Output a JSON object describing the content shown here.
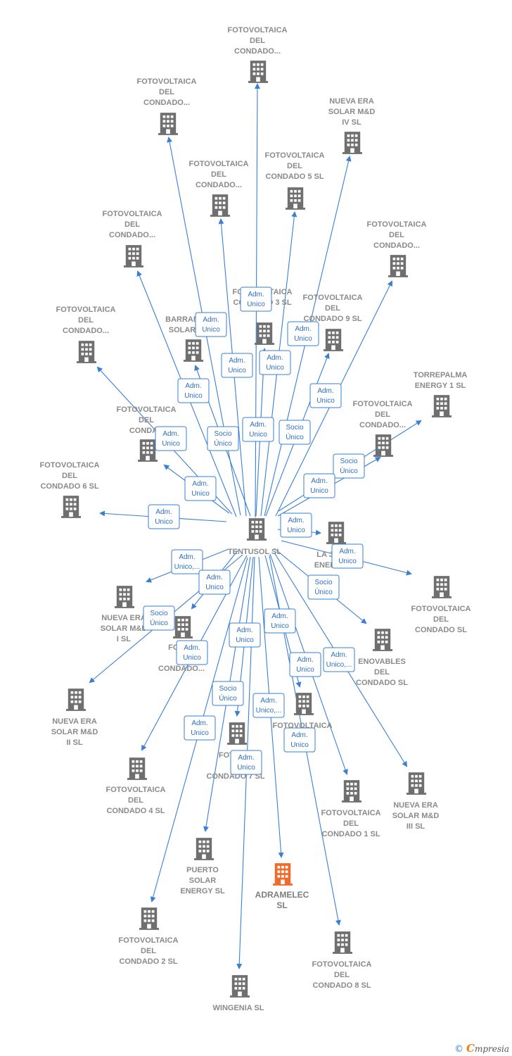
{
  "colors": {
    "edge": "#3a7fd5",
    "node": "#6f6f6f",
    "focus": "#f26a2a",
    "label": "#8a8a8a"
  },
  "center": {
    "id": "tentusol",
    "label": [
      "TENTUSOL SL"
    ]
  },
  "nodes": [
    {
      "id": "n1",
      "label": [
        "FOTOVOLTAICA",
        "DEL",
        "CONDADO..."
      ],
      "focus": false
    },
    {
      "id": "n2",
      "label": [
        "FOTOVOLTAICA",
        "DEL",
        "CONDADO..."
      ],
      "focus": false
    },
    {
      "id": "n3",
      "label": [
        "NUEVA ERA",
        "SOLAR M&D",
        "IV  SL"
      ],
      "focus": false
    },
    {
      "id": "n4",
      "label": [
        "FOTOVOLTAICA",
        "DEL",
        "CONDADO..."
      ],
      "focus": false
    },
    {
      "id": "n5",
      "label": [
        "FOTOVOLTAICA",
        "DEL",
        "CONDADO 5 SL"
      ],
      "focus": false
    },
    {
      "id": "n6",
      "label": [
        "FOTOVOLTAICA",
        "DEL",
        "CONDADO..."
      ],
      "focus": false
    },
    {
      "id": "n7",
      "label": [
        "FOTOVOLTAICA",
        "DEL",
        "CONDADO..."
      ],
      "focus": false
    },
    {
      "id": "n8",
      "label": [
        "FOTOVOLTAICA",
        "CONDADO 3 SL"
      ],
      "focus": false
    },
    {
      "id": "n9",
      "label": [
        "FOTOVOLTAICA",
        "DEL",
        "CONDADO 9 SL"
      ],
      "focus": false
    },
    {
      "id": "n10",
      "label": [
        "FOTOVOLTAICA",
        "DEL",
        "CONDADO..."
      ],
      "focus": false
    },
    {
      "id": "n11",
      "label": [
        "BARRAN",
        "SOLAR"
      ],
      "focus": false
    },
    {
      "id": "n12",
      "label": [
        "TORREPALMA",
        "ENERGY 1  SL"
      ],
      "focus": false
    },
    {
      "id": "n13",
      "label": [
        "FOTOVOLTAICA",
        "DEL",
        "CONDADO..."
      ],
      "focus": false
    },
    {
      "id": "n14",
      "label": [
        "FOTOVOLTAICA",
        "DEL",
        "CONDAD"
      ],
      "focus": false
    },
    {
      "id": "n15",
      "label": [
        "FOTOVOLTAICA",
        "DEL",
        "CONDADO 6 SL"
      ],
      "focus": false
    },
    {
      "id": "n16",
      "label": [
        "LA J",
        "ENER"
      ],
      "focus": false
    },
    {
      "id": "n17",
      "label": [
        "FOTOVOLTAICA",
        "DEL",
        "CONDADO SL"
      ],
      "focus": false
    },
    {
      "id": "n18",
      "label": [
        "NUEVA ERA",
        "SOLAR M&D",
        "I  SL"
      ],
      "focus": false
    },
    {
      "id": "n19",
      "label": [
        "FOTOV",
        "D",
        "CONDADO..."
      ],
      "focus": false
    },
    {
      "id": "n20",
      "label": [
        "ENOVABLES",
        "DEL",
        "CONDADO SL"
      ],
      "focus": false
    },
    {
      "id": "n21",
      "label": [
        "NUEVA ERA",
        "SOLAR M&D",
        "II  SL"
      ],
      "focus": false
    },
    {
      "id": "n22",
      "label": [
        "FOTOVOLTAICA",
        "C         DO..."
      ],
      "focus": false
    },
    {
      "id": "n23",
      "label": [
        "FOTOVOLTAICA",
        "DEL",
        "CONDADO 4 SL"
      ],
      "focus": false
    },
    {
      "id": "n24",
      "label": [
        "FOTOV        A",
        "D",
        "CONDADO 7 SL"
      ],
      "focus": false
    },
    {
      "id": "n25",
      "label": [
        "NUEVA ERA",
        "SOLAR M&D",
        "III  SL"
      ],
      "focus": false
    },
    {
      "id": "n26",
      "label": [
        "FOTOVOLTAICA",
        "DEL",
        "CONDADO 1 SL"
      ],
      "focus": false
    },
    {
      "id": "n27",
      "label": [
        "PUERTO",
        "SOLAR",
        "ENERGY  SL"
      ],
      "focus": false
    },
    {
      "id": "n28",
      "label": [
        "ADRAMELEC",
        "SL"
      ],
      "focus": true
    },
    {
      "id": "n29",
      "label": [
        "FOTOVOLTAICA",
        "DEL",
        "CONDADO 2 SL"
      ],
      "focus": false
    },
    {
      "id": "n30",
      "label": [
        "FOTOVOLTAICA",
        "DEL",
        "CONDADO 8 SL"
      ],
      "focus": false
    },
    {
      "id": "n31",
      "label": [
        "WINGENIA SL"
      ],
      "focus": false
    }
  ],
  "edges": [
    {
      "to": "n1",
      "label": [
        "Adm.",
        "Unico"
      ]
    },
    {
      "to": "n2",
      "label": [
        "Adm.",
        "Unico"
      ]
    },
    {
      "to": "n3",
      "label": [
        "Adm.",
        "Unico"
      ]
    },
    {
      "to": "n4",
      "label": [
        "Adm.",
        "Unico"
      ]
    },
    {
      "to": "n5",
      "label": [
        "Adm.",
        "Unico"
      ]
    },
    {
      "to": "n6",
      "label": [
        "Adm.",
        "Unico"
      ]
    },
    {
      "to": "n7",
      "label": [
        "Adm.",
        "Unico"
      ]
    },
    {
      "to": "n8",
      "label": [
        "Adm.",
        "Unico"
      ]
    },
    {
      "to": "n9",
      "label": [
        "Socio",
        "Único"
      ]
    },
    {
      "to": "n10",
      "label": [
        "Adm.",
        "Unico"
      ]
    },
    {
      "to": "n11",
      "label": [
        "Socio",
        "Único"
      ]
    },
    {
      "to": "n12",
      "label": [
        "Socio",
        "Único"
      ]
    },
    {
      "to": "n13",
      "label": [
        "Adm.",
        "Unico"
      ]
    },
    {
      "to": "n14",
      "label": [
        "Adm.",
        "Unico"
      ]
    },
    {
      "to": "n15",
      "label": [
        "Adm.",
        "Unico"
      ]
    },
    {
      "to": "n16",
      "label": [
        "Adm.",
        "Unico"
      ]
    },
    {
      "to": "n17",
      "label": [
        "Adm.",
        "Unico"
      ]
    },
    {
      "to": "n18",
      "label": [
        "Adm.",
        "Unico,..."
      ]
    },
    {
      "to": "n19",
      "label": [
        "Adm.",
        "Unico"
      ]
    },
    {
      "to": "n20",
      "label": [
        "Socio",
        "Único"
      ]
    },
    {
      "to": "n21",
      "label": [
        "Socio",
        "Único"
      ]
    },
    {
      "to": "n22",
      "label": [
        "Adm.",
        "Unico"
      ]
    },
    {
      "to": "n23",
      "label": [
        "Adm.",
        "Unico"
      ]
    },
    {
      "to": "n24",
      "label": [
        "Adm.",
        "Unico"
      ]
    },
    {
      "to": "n25",
      "label": [
        "Adm.",
        "Unico,..."
      ]
    },
    {
      "to": "n26",
      "label": [
        "Adm.",
        "Unico"
      ]
    },
    {
      "to": "n27",
      "label": [
        "Socio",
        "Único"
      ]
    },
    {
      "to": "n28",
      "label": [
        "Adm.",
        "Unico,..."
      ]
    },
    {
      "to": "n29",
      "label": [
        "Adm.",
        "Unico"
      ]
    },
    {
      "to": "n30",
      "label": [
        "Adm.",
        "Unico"
      ]
    },
    {
      "to": "n31",
      "label": [
        "Adm.",
        "Unico"
      ]
    },
    {
      "to": "n2b",
      "label": [
        "Adm.",
        "Unico"
      ]
    }
  ],
  "brand": {
    "copyright": "©",
    "initial": "C",
    "name": "mpresia"
  }
}
